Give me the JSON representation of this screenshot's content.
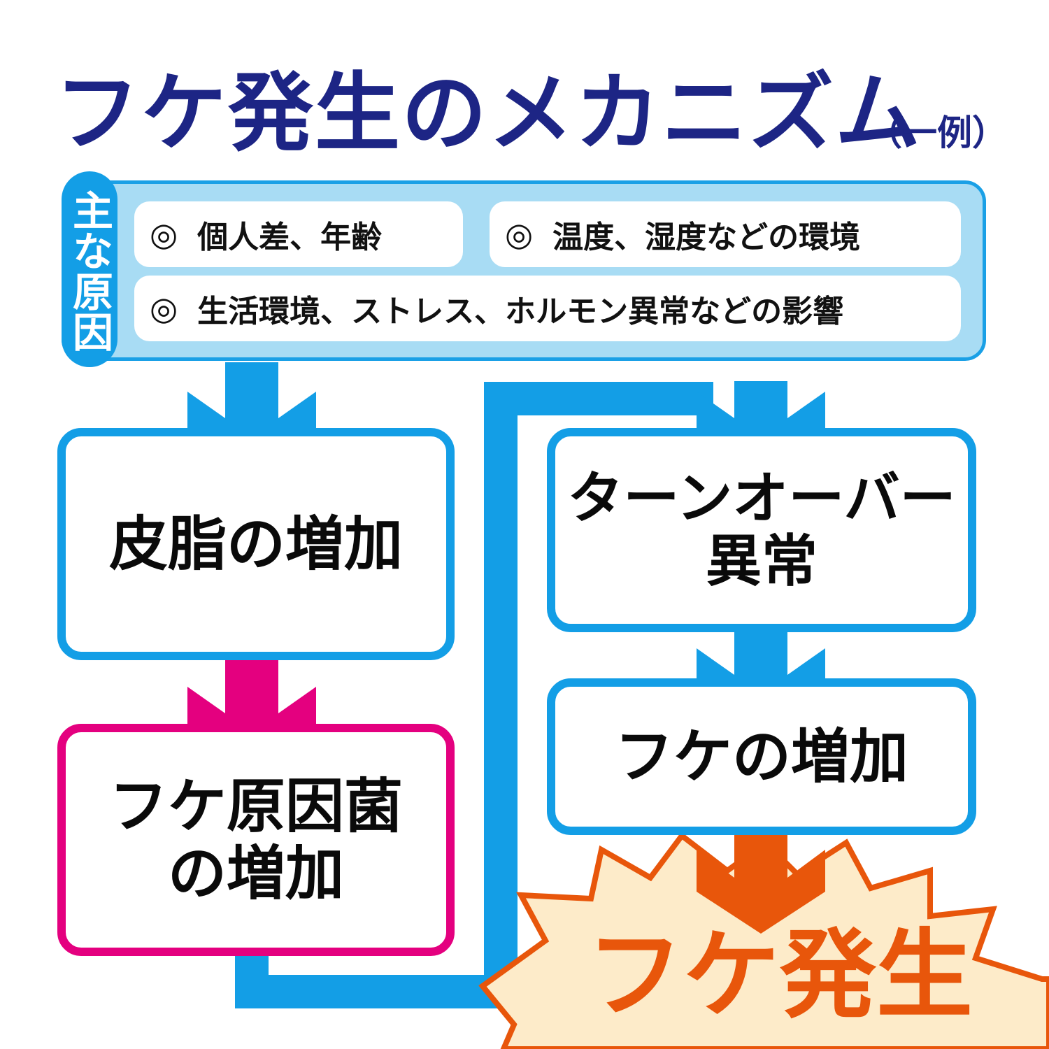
{
  "title": "フケ発生のメカニズム",
  "title_note": "（一例）",
  "causes": {
    "tab_label": "主な原因",
    "bullet": "◎",
    "items": [
      "個人差、年齢",
      "温度、湿度などの環境",
      "生活環境、ストレス、ホルモン異常などの影響"
    ]
  },
  "flow": {
    "sebum": "皮脂の増加",
    "fungus": "フケ原因菌\nの増加",
    "turnover": "ターンオーバー\n異常",
    "dandruff": "フケの増加",
    "result": "フケ発生"
  },
  "colors": {
    "title": "#1d2585",
    "blue": "#139ee6",
    "light_blue": "#a8dcf4",
    "pink": "#e4007f",
    "orange": "#e8560b",
    "cream": "#fdebc9"
  }
}
